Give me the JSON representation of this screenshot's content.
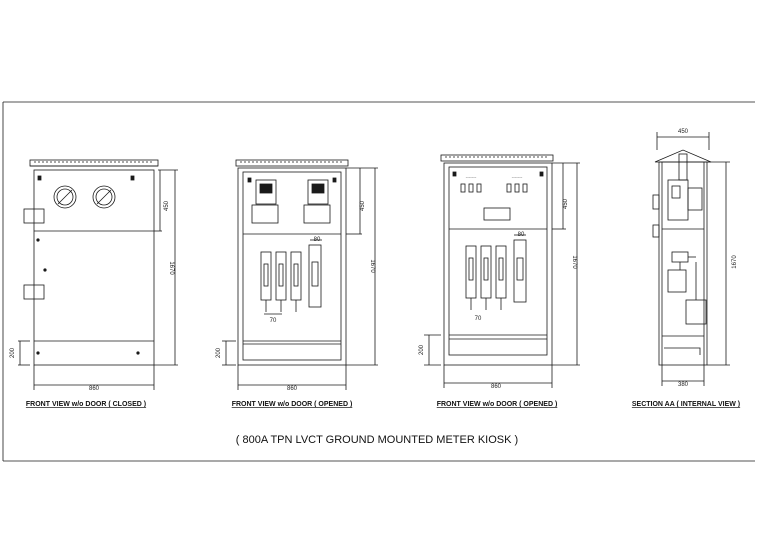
{
  "drawing": {
    "title": "( 800A TPN LVCT GROUND MOUNTED METER KIOSK )",
    "views": [
      {
        "label": "FRONT VIEW w/o DOOR ( CLOSED )",
        "width": "860",
        "height": "1670",
        "top": "450",
        "base": "200"
      },
      {
        "label": "FRONT VIEW w/o DOOR ( OPENED )",
        "width": "860",
        "height": "1670",
        "top": "450",
        "base": "200",
        "detail": "80",
        "sub": "70"
      },
      {
        "label": "FRONT VIEW w/o DOOR ( OPENED )",
        "width": "860",
        "height": "1670",
        "top": "450",
        "base": "200",
        "detail": "80",
        "sub": "70"
      },
      {
        "label": "SECTION AA ( INTERNAL VIEW )",
        "width": "380",
        "height": "1670",
        "top_width": "450"
      }
    ]
  },
  "colors": {
    "line": "#1a1a1a",
    "background": "#ffffff"
  }
}
